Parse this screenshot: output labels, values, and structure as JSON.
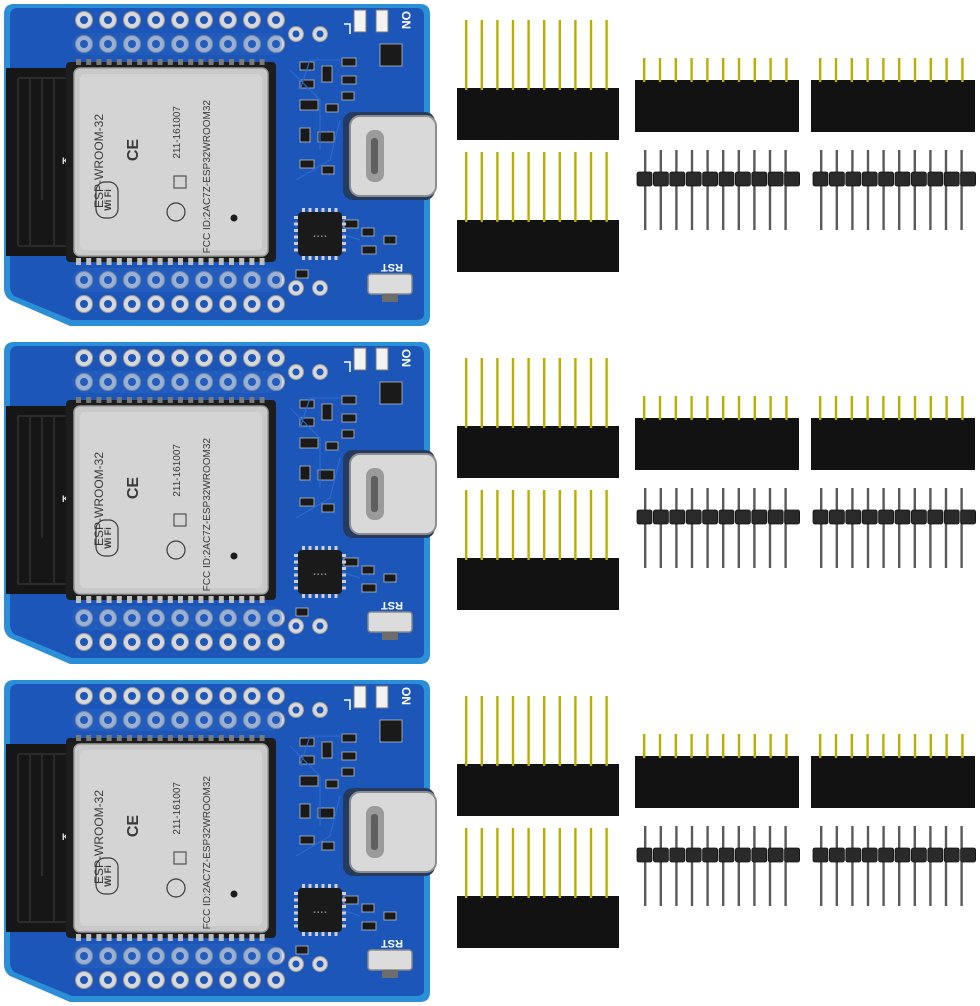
{
  "colors": {
    "pcb_blue": "#1c56b8",
    "pcb_edge": "#2a8fd6",
    "pad_silver": "#d8d8d8",
    "module_shield": "#c9c9c9",
    "antenna_black": "#161616",
    "header_black": "#121212",
    "pin_gold": "#b8b000"
  },
  "kits": [
    {
      "board": {
        "module_label": "ESP-WROOM-32",
        "cert_id": "211-161007",
        "fcc_label": "FCC ID:2AC7Z-ESP32WROOM32",
        "ce_mark": "CE",
        "wifi_logo": "Wi Fi",
        "antenna_mark": "K",
        "led_label": "ON",
        "reset_label": "RST"
      }
    },
    {
      "board": {
        "module_label": "ESP-WROOM-32",
        "cert_id": "211-161007",
        "fcc_label": "FCC ID:2AC7Z-ESP32WROOM32",
        "ce_mark": "CE",
        "wifi_logo": "Wi Fi",
        "antenna_mark": "K",
        "led_label": "ON",
        "reset_label": "RST"
      }
    },
    {
      "board": {
        "module_label": "ESP-WROOM-32",
        "cert_id": "211-161007",
        "fcc_label": "FCC ID:2AC7Z-ESP32WROOM32",
        "ce_mark": "CE",
        "wifi_logo": "Wi Fi",
        "antenna_mark": "K",
        "led_label": "ON",
        "reset_label": "RST"
      }
    }
  ]
}
